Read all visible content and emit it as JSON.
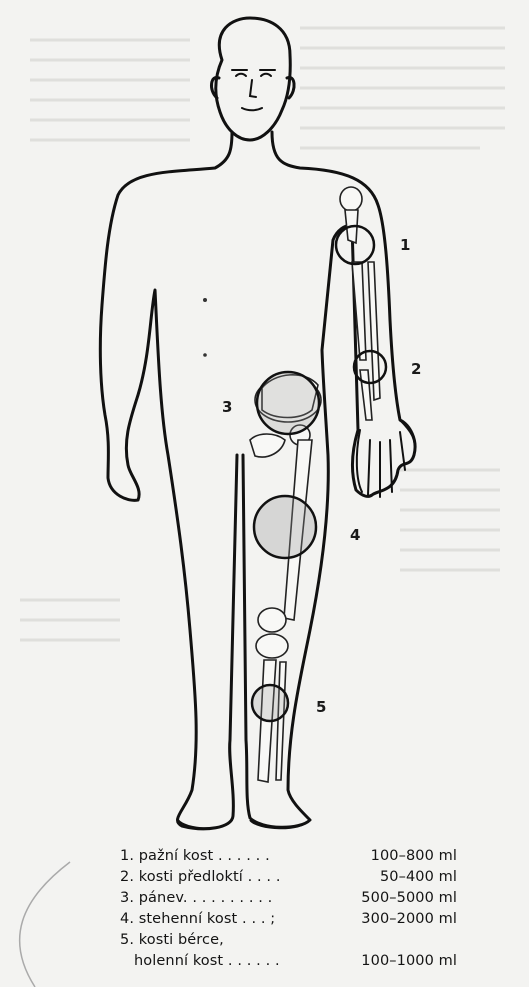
{
  "markers": [
    {
      "num": "1"
    },
    {
      "num": "2"
    },
    {
      "num": "3"
    },
    {
      "num": "4"
    },
    {
      "num": "5"
    }
  ],
  "legend": [
    {
      "text": "1. pažní kost . . . . . .",
      "value": "100–800 ml"
    },
    {
      "text": "2. kosti předloktí . . . .",
      "value": "50–400 ml"
    },
    {
      "text": "3. pánev. . . . . . . . . .",
      "value": "500–5000 ml"
    },
    {
      "text": "4. stehenní kost . . . ;",
      "value": "300–2000 ml"
    },
    {
      "text": "5. kosti bérce,",
      "value": "",
      "continuation": "holenní kost . . . . . .",
      "cont_value": "100–1000 ml"
    }
  ]
}
